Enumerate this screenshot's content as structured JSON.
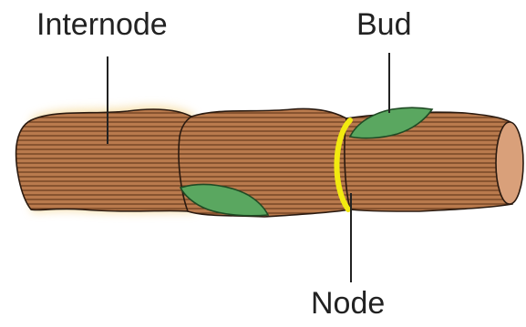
{
  "labels": {
    "internode": "Internode",
    "bud": "Bud",
    "node": "Node"
  },
  "colors": {
    "stem": "#b97a4d",
    "stem_stripe": "#6b3d1f",
    "stem_outline": "#2a1a10",
    "stem_glow": "#f6dca0",
    "cut_face": "#d9a07a",
    "leaf": "#5aa760",
    "leaf_outline": "#1f4a24",
    "node_ring": "#f2ea10",
    "leader_line": "#222222"
  }
}
